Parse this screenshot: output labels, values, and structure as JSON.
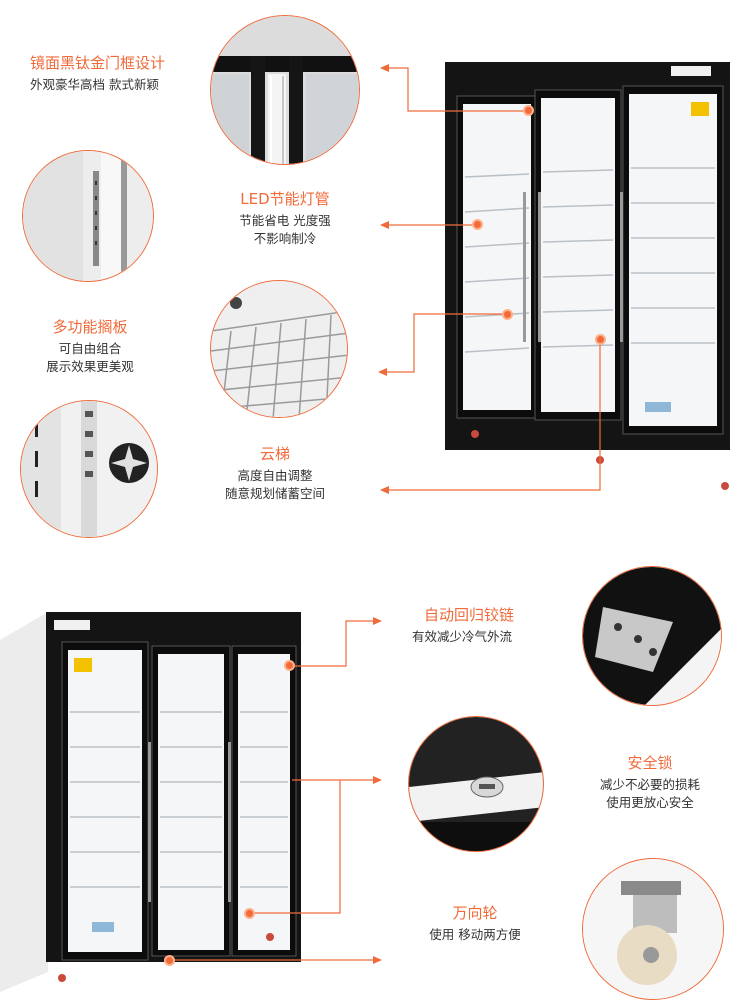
{
  "colors": {
    "accent": "#f06a3a",
    "frame": "#1a1a1a",
    "text": "#333333"
  },
  "features_top": [
    {
      "title": "镜面黑钛金门框设计",
      "desc": [
        "外观豪华高档 款式新颖"
      ]
    },
    {
      "title": "LED节能灯管",
      "desc": [
        "节能省电 光度强",
        "不影响制冷"
      ]
    },
    {
      "title": "多功能搁板",
      "desc": [
        "可自由组合",
        "展示效果更美观"
      ]
    },
    {
      "title": "云梯",
      "desc": [
        "高度自由调整",
        "随意规划储蓄空间"
      ]
    }
  ],
  "features_bottom": [
    {
      "title": "自动回归铰链",
      "desc": [
        "有效减少冷气外流"
      ]
    },
    {
      "title": "安全锁",
      "desc": [
        "减少不必要的损耗",
        "使用更放心安全"
      ]
    },
    {
      "title": "万向轮",
      "desc": [
        "使用 移动两方便"
      ]
    }
  ],
  "icons": {
    "door_frame": "door-frame-closeup-icon",
    "led": "led-tube-closeup-icon",
    "shelf": "wire-shelf-closeup-icon",
    "ladder": "shelf-ladder-closeup-icon",
    "hinge": "hinge-closeup-icon",
    "lock": "lock-closeup-icon",
    "caster": "caster-wheel-closeup-icon"
  }
}
